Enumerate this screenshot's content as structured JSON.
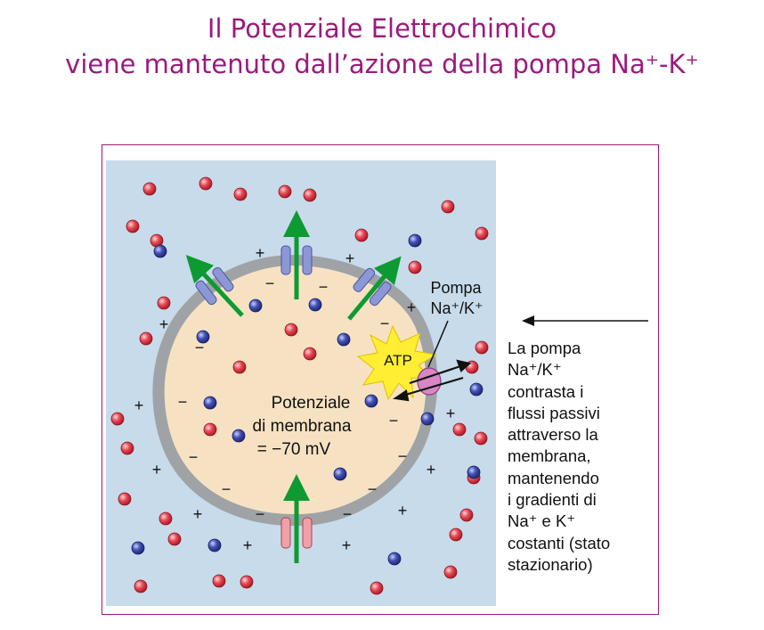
{
  "title": {
    "line1": "Il Potenziale Elettrochimico",
    "line2": "viene mantenuto dall’azione della pompa Na⁺-K⁺"
  },
  "diagram": {
    "pump_label_line1": "Pompa",
    "pump_label_line2": "Na⁺/K⁺",
    "atp_label": "ATP",
    "potential_label_line1": "Potenziale",
    "potential_label_line2": "di membrana",
    "potential_label_line3": "= −70 mV",
    "plus_sign": "+",
    "minus_sign": "−"
  },
  "side_text": {
    "lines": [
      "La pompa",
      "Na⁺/K⁺",
      "contrasta i",
      "flussi passivi",
      "attraverso la",
      "membrana,",
      "mantenendo",
      "i gradienti di",
      "Na⁺ e K⁺",
      "costanti (stato",
      "stazionario)"
    ]
  },
  "colors": {
    "title": "#9b1a7c",
    "extracellular": "#c7dbea",
    "cytoplasm": "#f6e2c2",
    "membrane": "#9fa3a6",
    "sodium_ion": "#e23b48",
    "potassium_ion": "#3a4aa6",
    "flux_arrow": "#0e9a32",
    "leak_channel": "#8e97d6",
    "na_channel": "#f0a0a8",
    "atp_burst": "#ffee33",
    "pump": "#d886c6"
  }
}
